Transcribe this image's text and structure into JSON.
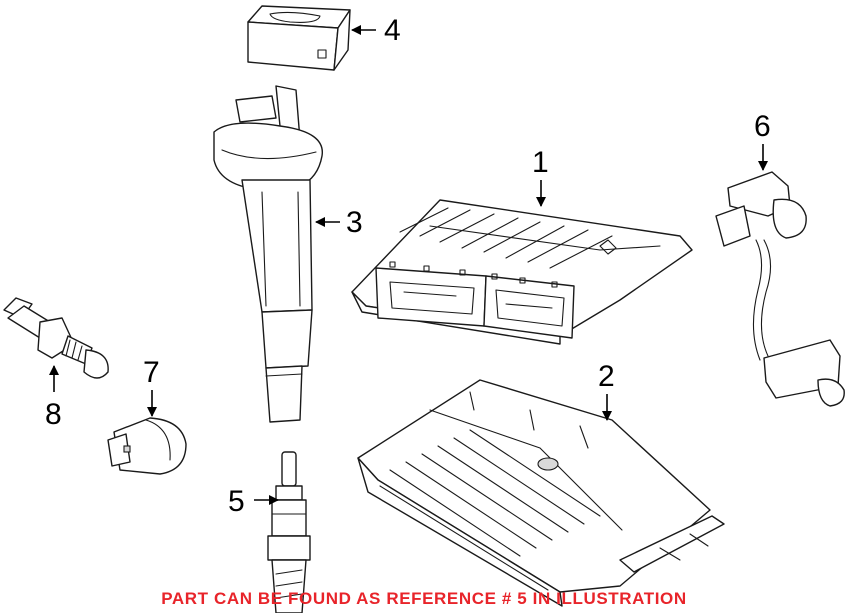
{
  "diagram": {
    "callouts": [
      {
        "id": "1",
        "label": "1",
        "part": "engine-control-module"
      },
      {
        "id": "2",
        "label": "2",
        "part": "control-module-housing"
      },
      {
        "id": "3",
        "label": "3",
        "part": "ignition-coil"
      },
      {
        "id": "4",
        "label": "4",
        "part": "connector-cover"
      },
      {
        "id": "5",
        "label": "5",
        "part": "spark-plug"
      },
      {
        "id": "6",
        "label": "6",
        "part": "camshaft-position-sensor"
      },
      {
        "id": "7",
        "label": "7",
        "part": "sensor-cap"
      },
      {
        "id": "8",
        "label": "8",
        "part": "knock-sensor"
      }
    ],
    "notice": {
      "text": "PART CAN BE FOUND AS REFERENCE # 5 IN ILLUSTRATION",
      "color": "#e8242a"
    },
    "colors": {
      "line": "#1a1a1a",
      "background": "#ffffff"
    }
  }
}
